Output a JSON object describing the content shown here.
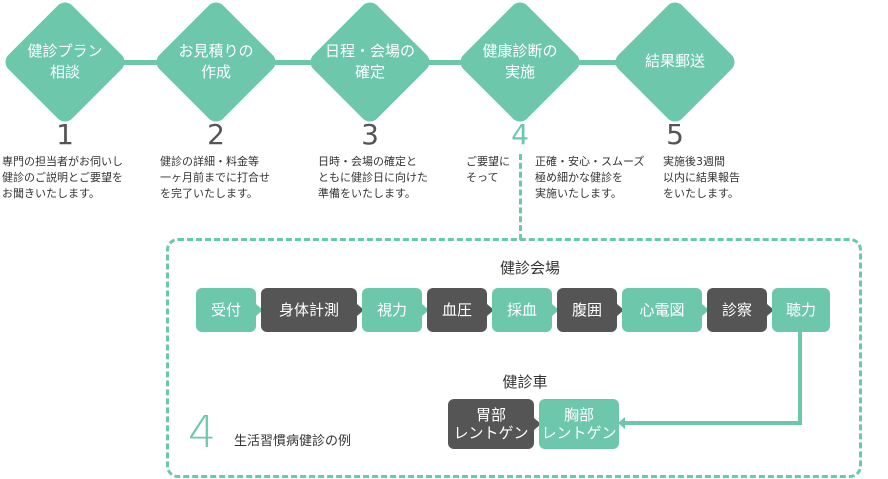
{
  "steps": [
    {
      "label": "健診プラン\n相談",
      "number": "1",
      "desc": "専門の担当者がお伺いし\n健診のご説明とご要望を\nお聞きいたします。"
    },
    {
      "label": "お見積りの\n作成",
      "number": "2",
      "desc": "健診の詳細・料金等\n一ヶ月前までに打合せ\nを完了いたします。"
    },
    {
      "label": "日程・会場の\n確定",
      "number": "3",
      "desc": "日時・会場の確定と\nともに健診日に向けた\n準備をいたします。"
    },
    {
      "label": "健康診断の\n実施",
      "number": "4",
      "desc_left": "ご要望に\nそって",
      "desc_right": "正確・安心・スムーズ\n極め細かな健診を\n実施いたします。"
    },
    {
      "label": "結果郵送",
      "number": "5",
      "desc": "実施後3週間\n以内に結果報告\nをいたします。"
    }
  ],
  "venue": {
    "title": "健診会場",
    "items": [
      "受付",
      "身体計測",
      "視力",
      "血圧",
      "採血",
      "腹囲",
      "心電図",
      "診察",
      "聴力"
    ]
  },
  "vehicle": {
    "title": "健診車",
    "items": [
      "胃部\nレントゲン",
      "胸部\nレントゲン"
    ]
  },
  "example": {
    "number": "4",
    "caption": "生活習慣病健診の例"
  },
  "colors": {
    "accent": "#6cc7ab",
    "dark": "#555555"
  }
}
